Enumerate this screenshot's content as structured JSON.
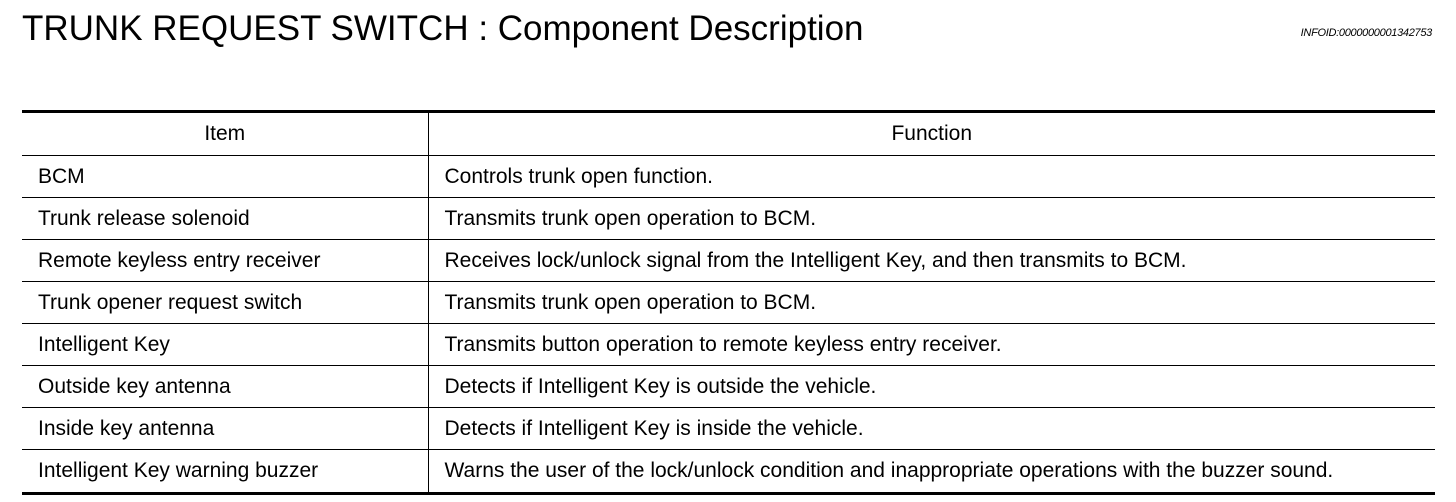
{
  "title": "TRUNK REQUEST SWITCH : Component  Description",
  "info_id": "INFOID:0000000001342753",
  "table": {
    "headers": [
      "Item",
      "Function"
    ],
    "rows": [
      [
        "BCM",
        "Controls trunk open function."
      ],
      [
        "Trunk release solenoid",
        "Transmits trunk open operation to BCM."
      ],
      [
        "Remote keyless entry receiver",
        "Receives lock/unlock signal from the Intelligent Key, and then transmits to BCM."
      ],
      [
        "Trunk opener request switch",
        "Transmits trunk open operation to BCM."
      ],
      [
        "Intelligent Key",
        "Transmits button operation to remote keyless entry receiver."
      ],
      [
        "Outside key antenna",
        "Detects if Intelligent Key is outside the vehicle."
      ],
      [
        "Inside key antenna",
        "Detects if Intelligent Key is inside the vehicle."
      ],
      [
        "Intelligent Key warning buzzer",
        "Warns the user of the lock/unlock condition and inappropriate operations with the buzzer sound."
      ]
    ]
  }
}
